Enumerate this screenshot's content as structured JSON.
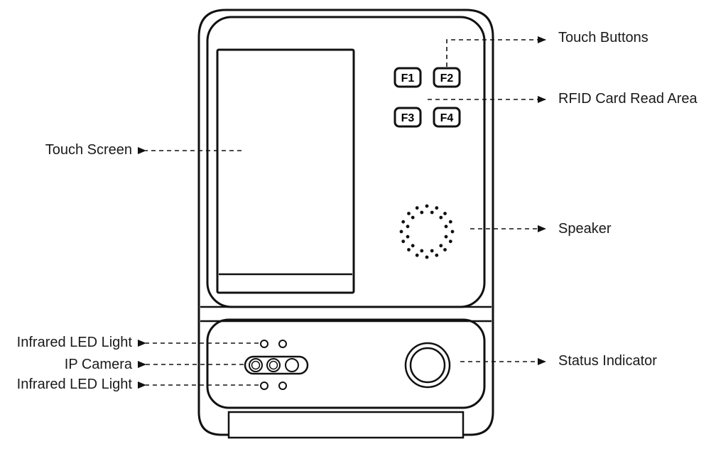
{
  "labels": {
    "touch_buttons": "Touch Buttons",
    "rfid_area": "RFID Card Read Area",
    "touch_screen": "Touch Screen",
    "speaker": "Speaker",
    "ir_led_top": "Infrared LED Light",
    "ip_camera": "IP Camera",
    "ir_led_bottom": "Infrared LED Light",
    "status_indicator": "Status Indicator"
  },
  "keys": [
    "F1",
    "F2",
    "F3",
    "F4"
  ],
  "colors": {
    "outline": "#111111",
    "text": "#1a1a1a",
    "background": "#ffffff"
  }
}
